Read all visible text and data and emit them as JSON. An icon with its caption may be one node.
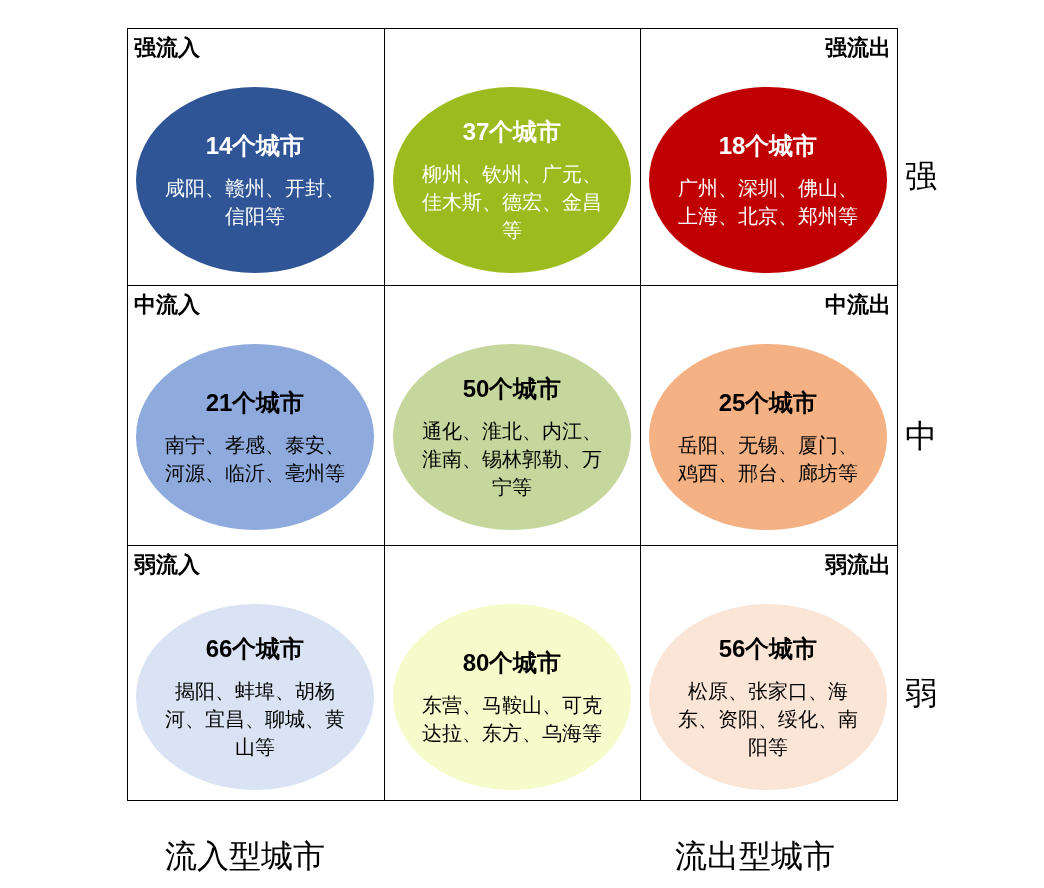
{
  "diagram": {
    "nodes": [
      {
        "text": [
          "强流入"
        ]
      },
      {
        "text": [
          "14个城市",
          "咸阳、赣州、开封、信阳等"
        ],
        "in": 0
      },
      {
        "text": [],
        "shape": "box"
      },
      {
        "text": [
          "37个城市",
          "柳州、钦州、广元、佳木斯、德宏、金昌等"
        ],
        "in": 2
      },
      {
        "text": [
          "强流出"
        ]
      },
      {
        "text": [
          "18个城市",
          "广州、深圳、佛山、上海、北京、郑州等"
        ],
        "in": 4
      },
      {
        "text": [
          "中流入"
        ]
      },
      {
        "text": [
          "21个城市",
          "南宁、孝感、泰安、河源、临沂、亳州等"
        ],
        "in": 6
      },
      {
        "text": [],
        "shape": "box"
      },
      {
        "text": [
          "50个城市",
          "通化、淮北、内江、淮南、锡林郭勒、万宁等"
        ],
        "in": 8
      },
      {
        "text": [
          "中流出"
        ]
      },
      {
        "text": [
          "25个城市",
          "岳阳、无锡、厦门、鸡西、邢台、廊坊等"
        ],
        "in": 10
      },
      {
        "text": [
          "弱流入"
        ]
      },
      {
        "text": [
          "66个城市",
          "揭阳、蚌埠、胡杨河、宜昌、聊城、黄山等"
        ],
        "in": 12
      },
      {
        "text": [],
        "shape": "box"
      },
      {
        "text": [
          "80个城市",
          "东营、马鞍山、可克达拉、东方、乌海等"
        ],
        "in": 14
      },
      {
        "text": [
          "弱流出"
        ]
      },
      {
        "text": [
          "56个城市",
          "松原、张家口、海东、资阳、绥化、南阳等"
        ],
        "in": 16
      }
    ],
    "labels": [
      "强",
      "中",
      "弱",
      "流入型城市",
      "流出型城市"
    ]
  }
}
